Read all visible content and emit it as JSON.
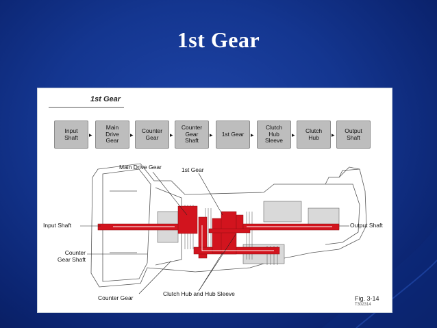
{
  "slide": {
    "title": "1st Gear"
  },
  "figure": {
    "heading": "1st Gear",
    "power_flow": [
      "Input\nShaft",
      "Main\nDrive\nGear",
      "Counter\nGear",
      "Counter\nGear\nShaft",
      "1st Gear",
      "Clutch\nHub\nSleeve",
      "Clutch\nHub",
      "Output\nShaft"
    ],
    "callouts": {
      "main_drive_gear": "Main Drive Gear",
      "first_gear": "1st Gear",
      "input_shaft": "Input Shaft",
      "output_shaft": "Output Shaft",
      "counter_gear_shaft": "Counter\nGear Shaft",
      "counter_gear": "Counter Gear",
      "clutch_hub_sleeve": "Clutch Hub and Hub Sleeve"
    },
    "figure_number": "Fig. 3-14",
    "figure_code": "T302314",
    "colors": {
      "power_flow_red": "#d2141e",
      "box_gray": "#bdbdbd",
      "background_blue": "#143690"
    }
  }
}
